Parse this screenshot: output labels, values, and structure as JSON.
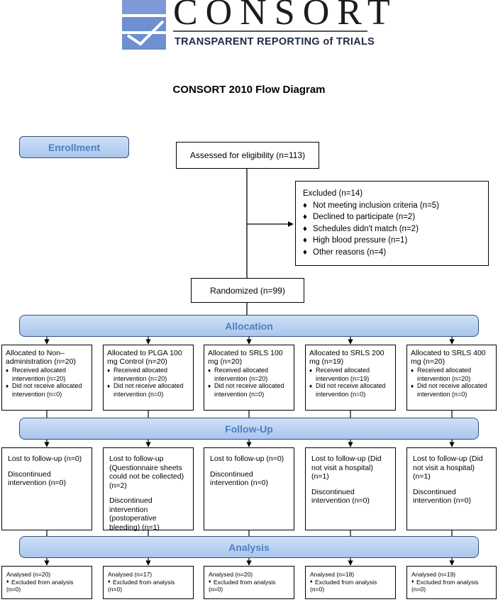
{
  "logo": {
    "word": "CONSORT",
    "tagline": "TRANSPARENT REPORTING of TRIALS"
  },
  "title": "CONSORT 2010 Flow Diagram",
  "stages": {
    "enrollment": "Enrollment",
    "allocation": "Allocation",
    "followup": "Follow-Up",
    "analysis": "Analysis"
  },
  "assessed": "Assessed for eligibility (n=113)",
  "excluded": {
    "title": "Excluded (n=14)",
    "bullet": "♦",
    "items": [
      "Not meeting inclusion criteria (n=5)",
      "Declined to participate (n=2)",
      "Schedules didn't match (n=2)",
      "High blood pressure (n=1)",
      "Other reasons (n=4)"
    ]
  },
  "randomized": "Randomized (n=99)",
  "groups": [
    {
      "alloc_head": "Allocated to Non– administration (n=20)",
      "received": "Received allocated",
      "received_n": "intervention (n=20)",
      "not_received": "Did not receive allocated",
      "not_received_n": "intervention (n=0)",
      "lost": "Lost to follow-up (n=0)",
      "discontinued": "Discontinued intervention (n=0)",
      "analysed": "Analysed (n=20)",
      "excluded_analysis": "Excluded from analysis",
      "excluded_n": "(n=0)"
    },
    {
      "alloc_head": "Allocated to PLGA 100 mg Control (n=20)",
      "received": "Received allocated",
      "received_n": "intervention (n=20)",
      "not_received": "Did not receive allocated",
      "not_received_n": "intervention (n=0)",
      "lost": "Lost to follow-up (Questionnaire sheets could not be collected) (n=2)",
      "discontinued": "Discontinued intervention (postoperative bleeding) (n=1)",
      "analysed": "Analysed (n=17)",
      "excluded_analysis": "Excluded from analysis",
      "excluded_n": "(n=0)"
    },
    {
      "alloc_head": "Allocated to SRLS 100 mg (n=20)",
      "received": "Received allocated",
      "received_n": "intervention (n=20)",
      "not_received": "Did not receive allocated",
      "not_received_n": "intervention (n=0)",
      "lost": "Lost to follow-up (n=0)",
      "discontinued": "Discontinued intervention (n=0)",
      "analysed": "Analysed (n=20)",
      "excluded_analysis": "Excluded from analysis",
      "excluded_n": "(n=0)"
    },
    {
      "alloc_head": "Allocated to SRLS 200 mg (n=19)",
      "received": "Received allocated",
      "received_n": "intervention (n=19)",
      "not_received": "Did not receive allocated",
      "not_received_n": "intervention (n=0)",
      "lost": "Lost to follow-up (Did not visit a hospital) (n=1)",
      "discontinued": "Discontinued intervention (n=0)",
      "analysed": "Analysed (n=18)",
      "excluded_analysis": "Excluded from analysis",
      "excluded_n": "(n=0)"
    },
    {
      "alloc_head": "Allocated to SRLS 400 mg (n=20)",
      "received": "Received allocated",
      "received_n": "intervention (n=20)",
      "not_received": "Did not receive allocated",
      "not_received_n": "intervention (n=0)",
      "lost": "Lost to follow-up (Did not visit a hospital) (n=1)",
      "discontinued": "Discontinued intervention (n=0)",
      "analysed": "Analysed (n=19)",
      "excluded_analysis": "Excluded from analysis",
      "excluded_n": "(n=0)"
    }
  ],
  "colors": {
    "stage_fill_top": "#cfe0f7",
    "stage_fill_bottom": "#a9c6ec",
    "stage_text": "#4e7fc4",
    "logo_blue": "#6e8fd0"
  }
}
